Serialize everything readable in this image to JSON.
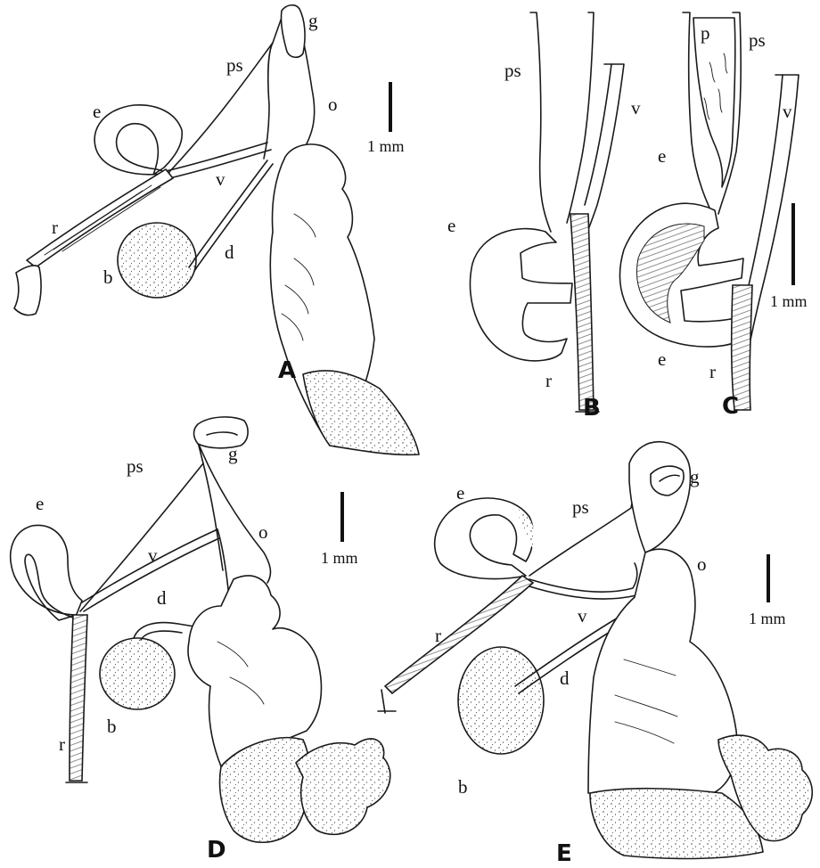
{
  "panels": {
    "A": {
      "letter": "A",
      "labels": {
        "g": "g",
        "ps": "ps",
        "o": "o",
        "e": "e",
        "v": "v",
        "r": "r",
        "b": "b",
        "d": "d"
      },
      "scale": "1 mm"
    },
    "B": {
      "letter": "B",
      "labels": {
        "ps": "ps",
        "v": "v",
        "e": "e",
        "r": "r"
      }
    },
    "C": {
      "letter": "C",
      "labels": {
        "p": "p",
        "ps": "ps",
        "v": "v",
        "e1": "e",
        "e2": "e",
        "r": "r"
      },
      "scale": "1 mm"
    },
    "D": {
      "letter": "D",
      "labels": {
        "g": "g",
        "ps": "ps",
        "o": "o",
        "e": "e",
        "v": "v",
        "d": "d",
        "r": "r",
        "b": "b"
      },
      "scale": "1 mm"
    },
    "E": {
      "letter": "E",
      "labels": {
        "g": "g",
        "ps": "ps",
        "o": "o",
        "e": "e",
        "v": "v",
        "r": "r",
        "d": "d",
        "b": "b"
      },
      "scale": "1 mm"
    }
  }
}
